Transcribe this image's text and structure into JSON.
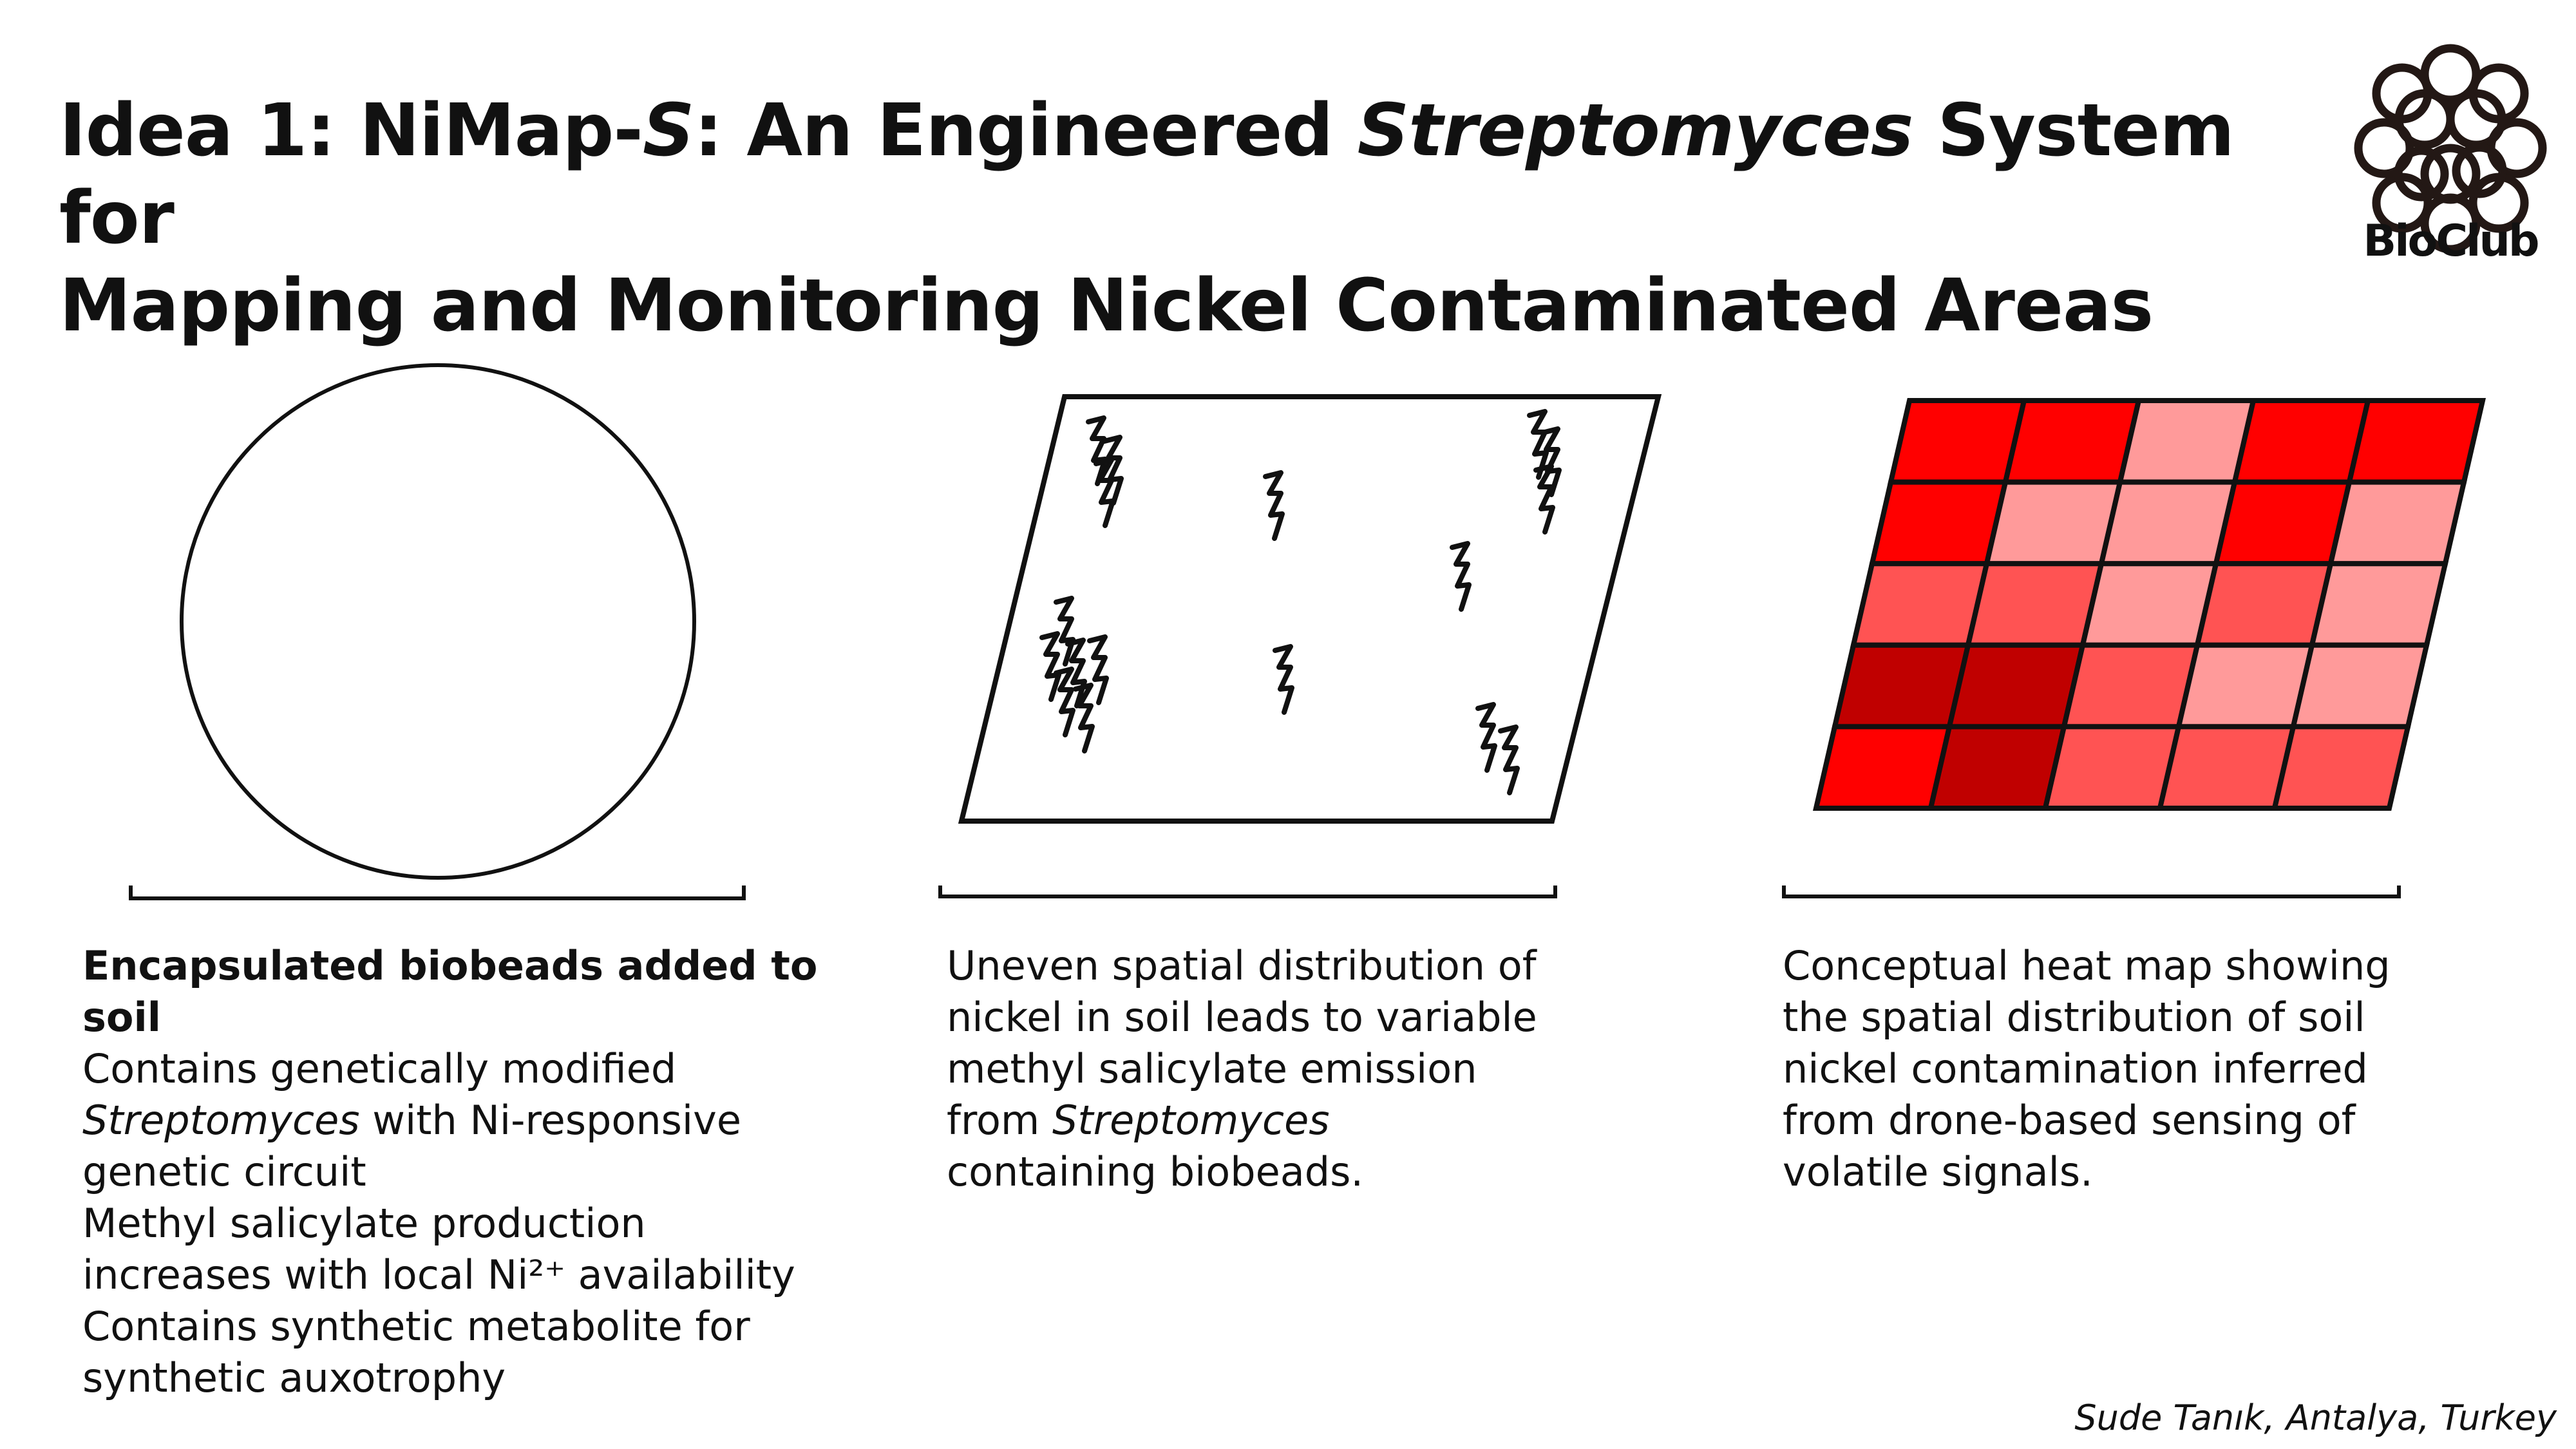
{
  "title": {
    "line1_a": "Idea 1: NiMap-",
    "line1_b": "S",
    "line1_c": ": An Engineered ",
    "line1_d": "Streptomyces",
    "line1_e": " System for",
    "line2": "Mapping and Monitoring Nickel Contaminated Areas"
  },
  "logo": {
    "text": "BioClub",
    "icon": "bioclub-rings-logo"
  },
  "panel1": {
    "heading": "Encapsulated biobeads added to soil",
    "line1": "Contains genetically modified",
    "line2_italic": "Streptomyces",
    "line2_rest": " with Ni-responsive",
    "line3": "genetic circuit",
    "line4": "Methyl salicylate production",
    "line5": "increases with local Ni²⁺ availability",
    "line6": "Contains synthetic metabolite for",
    "line7": "synthetic auxotrophy"
  },
  "panel2": {
    "line1": "Uneven spatial distribution of",
    "line2": "nickel in soil leads to variable",
    "line3": "methyl salicylate emission",
    "line4_a": "from ",
    "line4_italic": "Streptomyces",
    "line5": "containing biobeads."
  },
  "panel3": {
    "line1": "Conceptual heat map showing",
    "line2": "the spatial distribution of soil",
    "line3": "nickel contamination inferred",
    "line4": "from drone-based sensing of",
    "line5": "volatile signals."
  },
  "heatmap": {
    "levels": [
      [
        3,
        3,
        1,
        3,
        3
      ],
      [
        3,
        1,
        1,
        3,
        1
      ],
      [
        2,
        2,
        1,
        2,
        1
      ],
      [
        4,
        4,
        2,
        1,
        1
      ],
      [
        3,
        4,
        2,
        2,
        2
      ]
    ],
    "colors": {
      "1": "#ff9a9a",
      "2": "#ff5353",
      "3": "#ff0000",
      "4": "#c00000"
    }
  },
  "author": "Sude Tanık, Antalya, Turkey"
}
